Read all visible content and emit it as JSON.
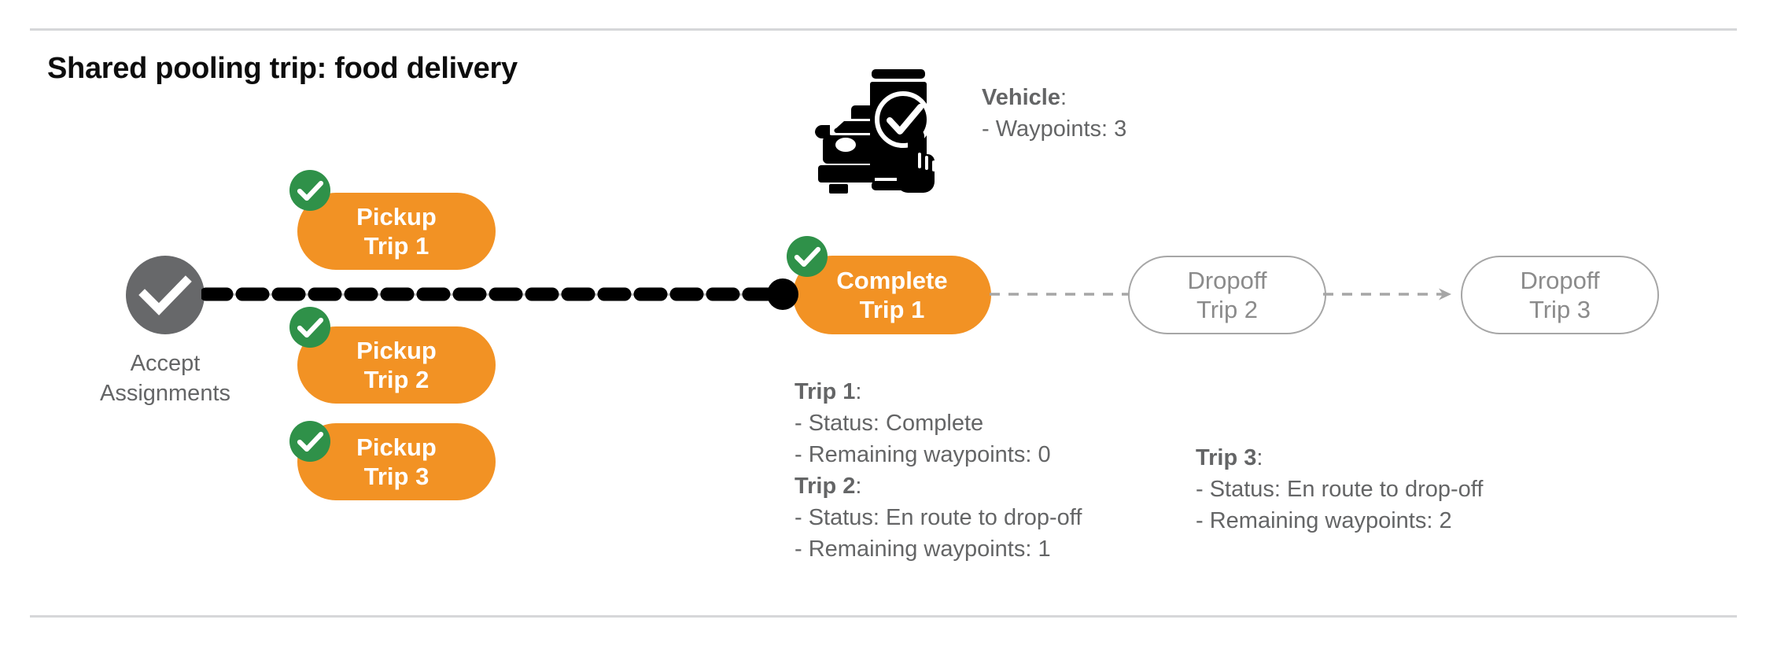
{
  "page": {
    "title": "Shared pooling trip: food delivery",
    "accent_orange": "#F29224",
    "accent_green": "#2F9149",
    "gray_text": "#646566",
    "gray_outline": "#a6a6a6",
    "accept_circle_gray": "#67686A",
    "rule_color": "#d6d7d9"
  },
  "accept_node": {
    "icon": "check-circle-icon",
    "label_line1": "Accept",
    "label_line2": "Assignments"
  },
  "pickups": [
    {
      "badge": "check-badge-icon",
      "line1": "Pickup",
      "line2": "Trip 1"
    },
    {
      "badge": "check-badge-icon",
      "line1": "Pickup",
      "line2": "Trip 2"
    },
    {
      "badge": "check-badge-icon",
      "line1": "Pickup",
      "line2": "Trip 3"
    }
  ],
  "complete_node": {
    "badge": "check-badge-icon",
    "line1": "Complete",
    "line2": "Trip 1"
  },
  "dropoffs": [
    {
      "line1": "Dropoff",
      "line2": "Trip 2"
    },
    {
      "line1": "Dropoff",
      "line2": "Trip 3"
    }
  ],
  "vehicle": {
    "icon": "car-phone-check-icon",
    "heading": "Vehicle",
    "heading_suffix": ":",
    "waypoints_row": "- Waypoints: 3"
  },
  "trip_details": {
    "trip1": {
      "heading": "Trip 1",
      "heading_suffix": ":",
      "status_row": "- Status:  Complete",
      "waypoints_row": "- Remaining waypoints: 0"
    },
    "trip2": {
      "heading": "Trip 2",
      "heading_suffix": ":",
      "status_row": "- Status:  En route to drop-off",
      "waypoints_row": "- Remaining waypoints: 1"
    },
    "trip3": {
      "heading": "Trip 3",
      "heading_suffix": ":",
      "status_row": "- Status:  En route to drop-off",
      "waypoints_row": "- Remaining waypoints: 2"
    }
  }
}
